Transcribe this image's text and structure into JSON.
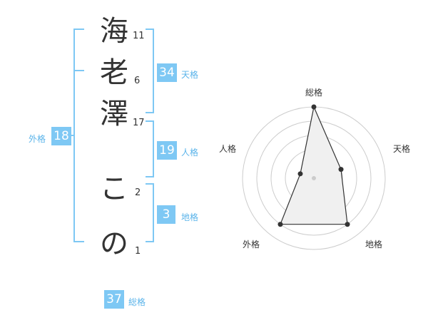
{
  "name": {
    "chars": [
      {
        "char": "海",
        "strokes": "11"
      },
      {
        "char": "老",
        "strokes": "6"
      },
      {
        "char": "澤",
        "strokes": "17"
      },
      {
        "char": "こ",
        "strokes": "2"
      },
      {
        "char": "の",
        "strokes": "1"
      }
    ]
  },
  "fortunes": {
    "tenkaku": {
      "value": "34",
      "label": "天格"
    },
    "jinkaku": {
      "value": "19",
      "label": "人格"
    },
    "chikaku": {
      "value": "3",
      "label": "地格"
    },
    "gaikaku": {
      "value": "18",
      "label": "外格"
    },
    "soukaku": {
      "value": "37",
      "label": "総格"
    }
  },
  "radar": {
    "labels": {
      "top": "総格",
      "right": "天格",
      "bottom_right": "地格",
      "bottom_left": "外格",
      "left": "人格"
    },
    "levels": 5,
    "values": {
      "soukaku": 1.0,
      "tenkaku": 0.4,
      "chikaku": 0.8,
      "gaikaku": 0.8,
      "jinkaku": 0.2
    },
    "colors": {
      "fill": "#f0f0f0",
      "line": "#333333",
      "grid": "#cccccc",
      "accent": "#7ec8f4"
    }
  }
}
